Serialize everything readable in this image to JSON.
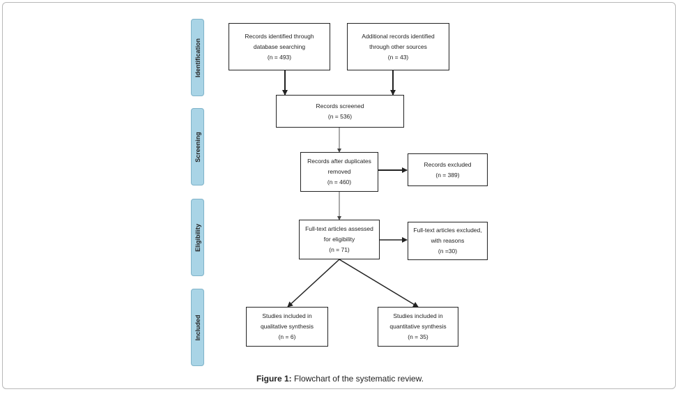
{
  "phases": {
    "identification": "Identification",
    "screening": "Screening",
    "eligibility": "Eligibility",
    "included": "Included"
  },
  "boxes": {
    "db_search": {
      "line1": "Records identified through",
      "line2": "database searching",
      "line3": "(n = 493)"
    },
    "other_sources": {
      "line1": "Additional records identified",
      "line2": "through other sources",
      "line3": "(n = 43)"
    },
    "screened": {
      "line1": "Records screened",
      "line2": "(n = 536)"
    },
    "after_duplicates": {
      "line1": "Records after duplicates",
      "line2": "removed",
      "line3": "(n = 460)"
    },
    "excluded": {
      "line1": "Records excluded",
      "line2": "(n = 389)"
    },
    "fulltext_assessed": {
      "line1": "Full-text articles assessed",
      "line2": "for eligibility",
      "line3": "(n = 71)"
    },
    "fulltext_excluded": {
      "line1": "Full-text articles excluded,",
      "line2": "with reasons",
      "line3": "(n =30)"
    },
    "qualitative": {
      "line1": "Studies included in",
      "line2": "qualitative synthesis",
      "line3": "(n = 6)"
    },
    "quantitative": {
      "line1": "Studies included in",
      "line2": "quantitative synthesis",
      "line3": "(n = 35)"
    }
  },
  "caption": {
    "label": "Figure 1:",
    "text": " Flowchart of the systematic review."
  },
  "colors": {
    "phase_fill": "#a9d4e6",
    "box_border": "#222222",
    "arrow": "#222222"
  }
}
